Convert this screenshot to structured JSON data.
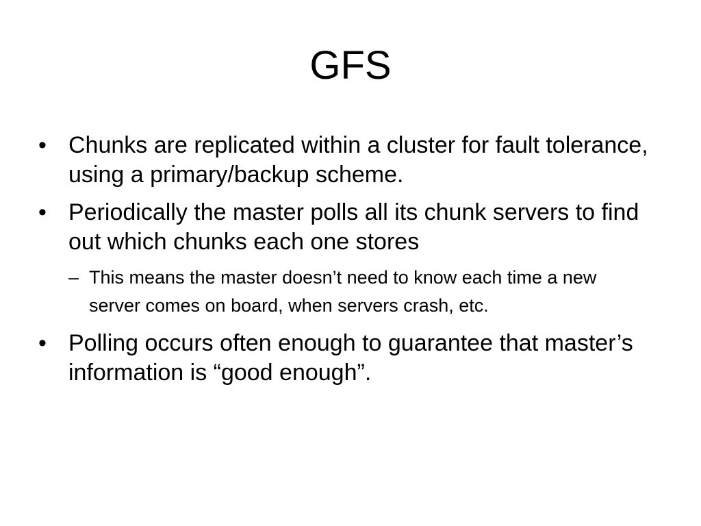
{
  "slide": {
    "title": "GFS",
    "bullets": [
      {
        "marker": "•",
        "text": "Chunks are replicated within a cluster for fault tolerance, using a primary/backup scheme."
      },
      {
        "marker": "•",
        "text": "Periodically the master polls all its chunk servers to find out which chunks each one stores"
      },
      {
        "marker": "–",
        "text": "This means the master doesn’t need to know each time a new server comes on board, when servers crash, etc."
      },
      {
        "marker": "•",
        "text": "Polling occurs often enough to guarantee that master’s information is “good enough”."
      }
    ]
  }
}
